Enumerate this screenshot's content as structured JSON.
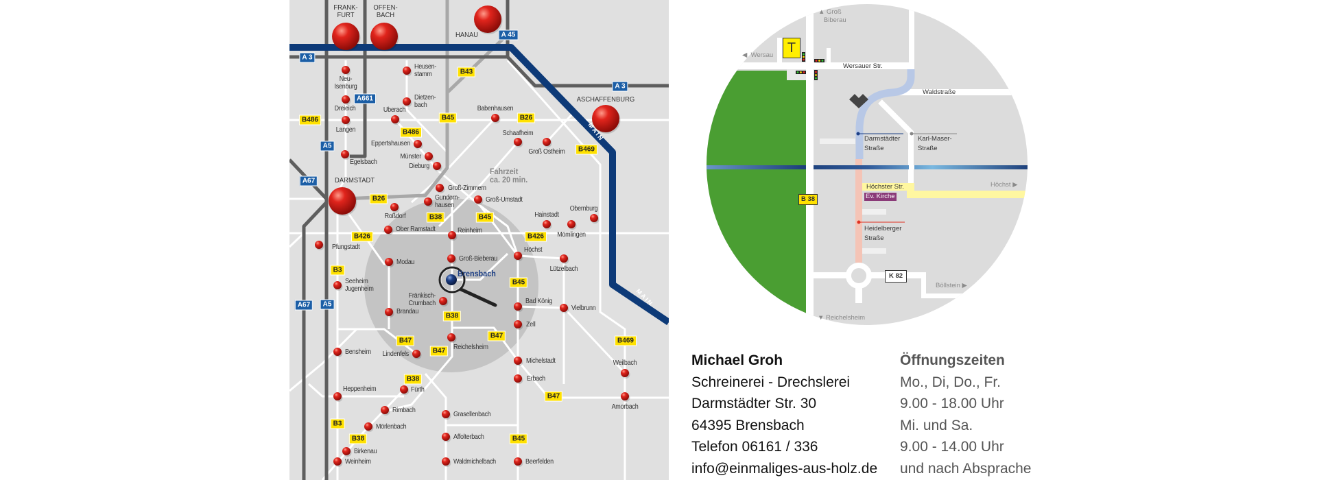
{
  "regional_map": {
    "cities": [
      "FRANK-\nFURT",
      "OFFEN-\nBACH",
      "HANAU",
      "ASCHAFFENBURG",
      "DARMSTADT",
      "Neu-\nIsenburg",
      "Heusen-\nstamm",
      "Dreieich",
      "Dietzen-\nbach",
      "Langen",
      "Uberach",
      "Babenhausen",
      "Schaafheim",
      "Groß Ostheim",
      "Eppertshausen",
      "Egelsbach",
      "Münster",
      "Dieburg",
      "Groß-Zimmern",
      "Gundern-\nhausen",
      "Groß-Umstadt",
      "Roßdorf",
      "Ober Ramstadt",
      "Reinheim",
      "Hainstadt",
      "Mömlingen",
      "Obernburg",
      "Pfungstadt",
      "Modau",
      "Groß-Bieberau",
      "Höchst",
      "Lützelbach",
      "Seeheim\nJugenheim",
      "Fränkisch-\nCrumbach",
      "Brandau",
      "Bad König",
      "Vielbrunn",
      "Zell",
      "Reichelsheim",
      "Bensheim",
      "Lindenfels",
      "Michelstadt",
      "Weilbach",
      "Erbach",
      "Heppenheim",
      "Fürth",
      "Amorbach",
      "Rimbach",
      "Grasellenbach",
      "Mörlenbach",
      "Affolterbach",
      "Birkenau",
      "Weinheim",
      "Waldmichelbach",
      "Beerfelden"
    ],
    "home": "Brensbach",
    "travel_time": "Fahrzeit\nca. 20 min.",
    "river": "MAIN",
    "road_badges": [
      "A 3",
      "A 45",
      "A 3",
      "A661",
      "B43",
      "B486",
      "B45",
      "B26",
      "B486",
      "A5",
      "B469",
      "A67",
      "B26",
      "B38",
      "B45",
      "B426",
      "B426",
      "B3",
      "B45",
      "A67",
      "A5",
      "B38",
      "B47",
      "B47",
      "B469",
      "B47",
      "B38",
      "B47",
      "B3",
      "B38",
      "B45"
    ]
  },
  "local_map": {
    "places": {
      "gross_biberau": "▲ Groß\n   Biberau",
      "wersau": "◀  Wersau",
      "hoechst": "Höchst ▶",
      "boellstein": "Böllstein ▶",
      "reichelsheim": "▼ Reichelsheim"
    },
    "streets": {
      "wersauer": "Wersauer Str.",
      "wald": "Waldstraße",
      "darmstaedter": "Darmstädter\nStraße",
      "karl_maser": "Karl-Maser-\nStraße",
      "hoechster": "Höchster Str.",
      "heidelberger": "Heidelberger\nStraße"
    },
    "landmark": "Ev. Kirche",
    "badges": {
      "b38": "B 38",
      "k82": "K 82",
      "tankstelle": "T"
    },
    "colors": {
      "forest": "#4a9e32",
      "route_north": "#b8c8e6",
      "route_south": "#f4c4b6",
      "hoechster": "#fff7a0",
      "church": "#8a3a78"
    }
  },
  "contact": {
    "name": "Michael Groh",
    "trade": "Schreinerei - Drechslerei",
    "street": "Darmstädter Str. 30",
    "city": "64395 Brensbach",
    "phone": "Telefon 06161 / 336",
    "email": "info@einmaliges-aus-holz.de"
  },
  "hours": {
    "title": "Öffnungszeiten",
    "lines": [
      "Mo., Di, Do., Fr.",
      "9.00 - 18.00 Uhr",
      "Mi. und Sa.",
      "9.00 - 14.00 Uhr",
      "und nach Absprache"
    ]
  }
}
